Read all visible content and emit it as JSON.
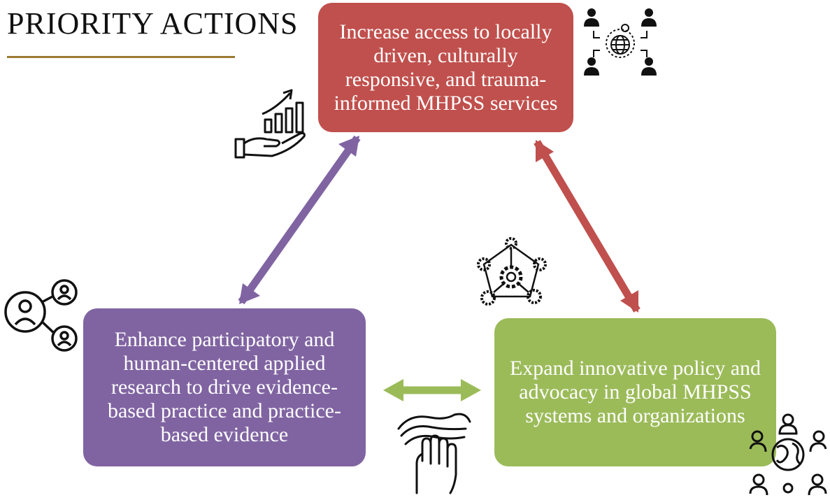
{
  "title": "PRIORITY ACTIONS",
  "actions": [
    {
      "text": "Increase access to locally driven, culturally responsive, and trauma-informed MHPSS services",
      "color": "#c0504d"
    },
    {
      "text": "Enhance participatory and human-centered applied research to drive evidence-based practice and practice-based evidence",
      "color": "#8064a2"
    },
    {
      "text": "Expand innovative policy and advocacy in global MHPSS systems and organizations",
      "color": "#9bbb59"
    }
  ],
  "icons": [
    "globe-network-icon",
    "growth-hand-icon",
    "gear-network-icon",
    "people-share-icon",
    "hands-together-icon",
    "global-community-icon"
  ],
  "rule_color": "#9c7a33"
}
